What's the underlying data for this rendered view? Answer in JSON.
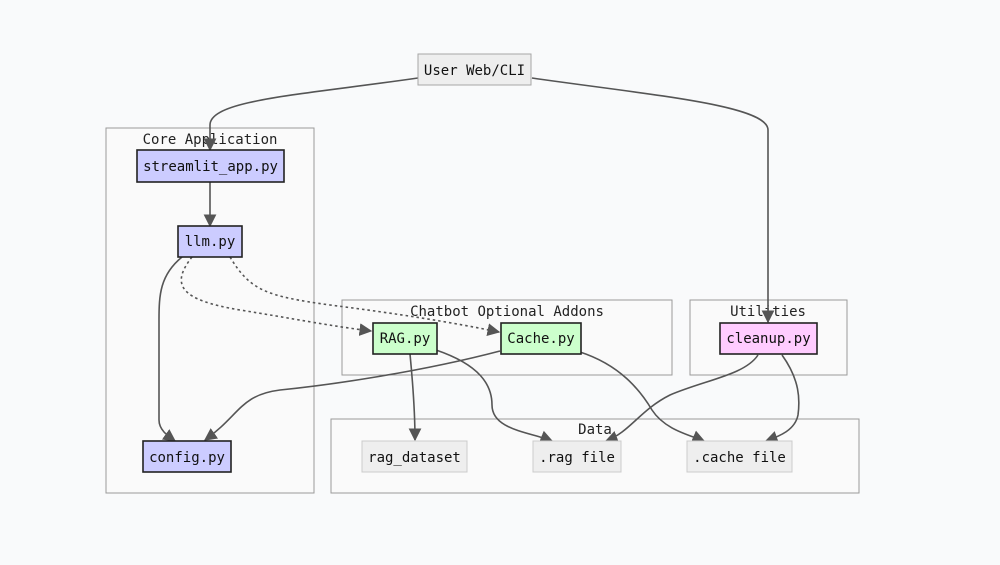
{
  "nodes": {
    "user": {
      "label": "User Web/CLI",
      "fill": "#eeeeee",
      "stroke": "#a6a6a6"
    },
    "streamlit": {
      "label": "streamlit_app.py",
      "fill": "#ccccff",
      "stroke": "#222222"
    },
    "llm": {
      "label": "llm.py",
      "fill": "#ccccff",
      "stroke": "#222222"
    },
    "config": {
      "label": "config.py",
      "fill": "#ccccff",
      "stroke": "#222222"
    },
    "rag": {
      "label": "RAG.py",
      "fill": "#ccffcc",
      "stroke": "#222222"
    },
    "cache": {
      "label": "Cache.py",
      "fill": "#ccffcc",
      "stroke": "#222222"
    },
    "cleanup": {
      "label": "cleanup.py",
      "fill": "#ffccff",
      "stroke": "#222222"
    },
    "rag_dataset": {
      "label": "rag_dataset",
      "fill": "#eeeeee",
      "stroke": "#cccccc"
    },
    "rag_file": {
      "label": ".rag file",
      "fill": "#eeeeee",
      "stroke": "#cccccc"
    },
    "cache_file": {
      "label": ".cache file",
      "fill": "#eeeeee",
      "stroke": "#cccccc"
    }
  },
  "clusters": {
    "core": {
      "label": "Core Application"
    },
    "addons": {
      "label": "Chatbot Optional Addons"
    },
    "utilities": {
      "label": "Utilities"
    },
    "data": {
      "label": "Data"
    }
  },
  "edges": [
    {
      "from": "user",
      "to": "streamlit",
      "style": "solid"
    },
    {
      "from": "user",
      "to": "cleanup",
      "style": "solid"
    },
    {
      "from": "streamlit",
      "to": "llm",
      "style": "solid"
    },
    {
      "from": "llm",
      "to": "config",
      "style": "solid"
    },
    {
      "from": "llm",
      "to": "rag",
      "style": "dotted"
    },
    {
      "from": "llm",
      "to": "cache",
      "style": "dotted"
    },
    {
      "from": "cache",
      "to": "config",
      "style": "solid"
    },
    {
      "from": "rag",
      "to": "rag_dataset",
      "style": "solid"
    },
    {
      "from": "rag",
      "to": "rag_file",
      "style": "solid"
    },
    {
      "from": "cache",
      "to": "cache_file",
      "style": "solid"
    },
    {
      "from": "cleanup",
      "to": "rag_file",
      "style": "solid"
    },
    {
      "from": "cleanup",
      "to": "cache_file",
      "style": "solid"
    }
  ],
  "colors": {
    "edge": "#555555",
    "cluster_border": "#9a9a9a",
    "cluster_fill": "#fafafa",
    "background": "#f9fafb"
  }
}
